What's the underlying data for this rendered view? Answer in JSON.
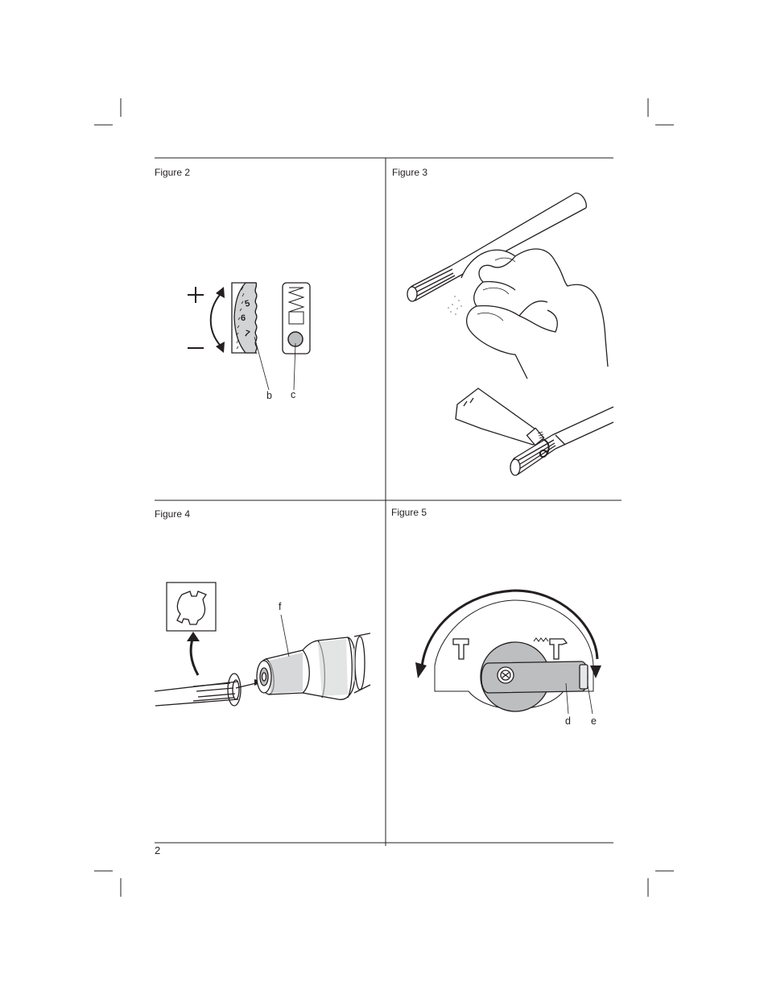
{
  "page": {
    "number": "2"
  },
  "figures": [
    {
      "id": "fig2",
      "label": "Figure 2",
      "callouts": {
        "b": "b",
        "c": "c"
      },
      "dial_digits": [
        "5",
        "6",
        "7"
      ],
      "signs": {
        "plus": "+",
        "minus": "–"
      }
    },
    {
      "id": "fig3",
      "label": "Figure 3"
    },
    {
      "id": "fig4",
      "label": "Figure 4",
      "callouts": {
        "f": "f"
      }
    },
    {
      "id": "fig5",
      "label": "Figure 5",
      "callouts": {
        "d": "d",
        "e": "e"
      }
    }
  ],
  "colors": {
    "ink": "#231f20",
    "grey": "#bcbec0",
    "light_grey": "#e6e7e8"
  }
}
